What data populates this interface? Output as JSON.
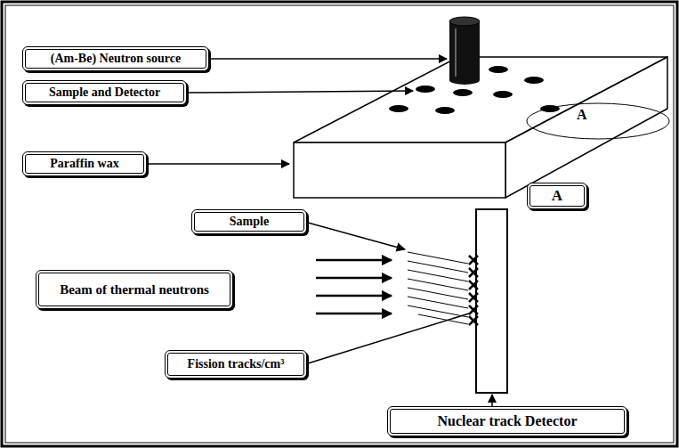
{
  "diagram": {
    "nodes": [
      {
        "text": [
          "(Am-Be) Neutron source"
        ]
      },
      {
        "text": [
          "Sample and Detector"
        ]
      },
      {
        "text": [
          "Paraffin wax"
        ]
      },
      {
        "text": [
          "A"
        ]
      },
      {
        "text": [
          "Sample"
        ]
      },
      {
        "text": [
          "Beam of thermal neutrons"
        ]
      },
      {
        "text": [
          "Fission tracks/cm³"
        ]
      },
      {
        "text": [
          "Nuclear track Detector"
        ]
      }
    ],
    "labels": [
      "A"
    ]
  }
}
